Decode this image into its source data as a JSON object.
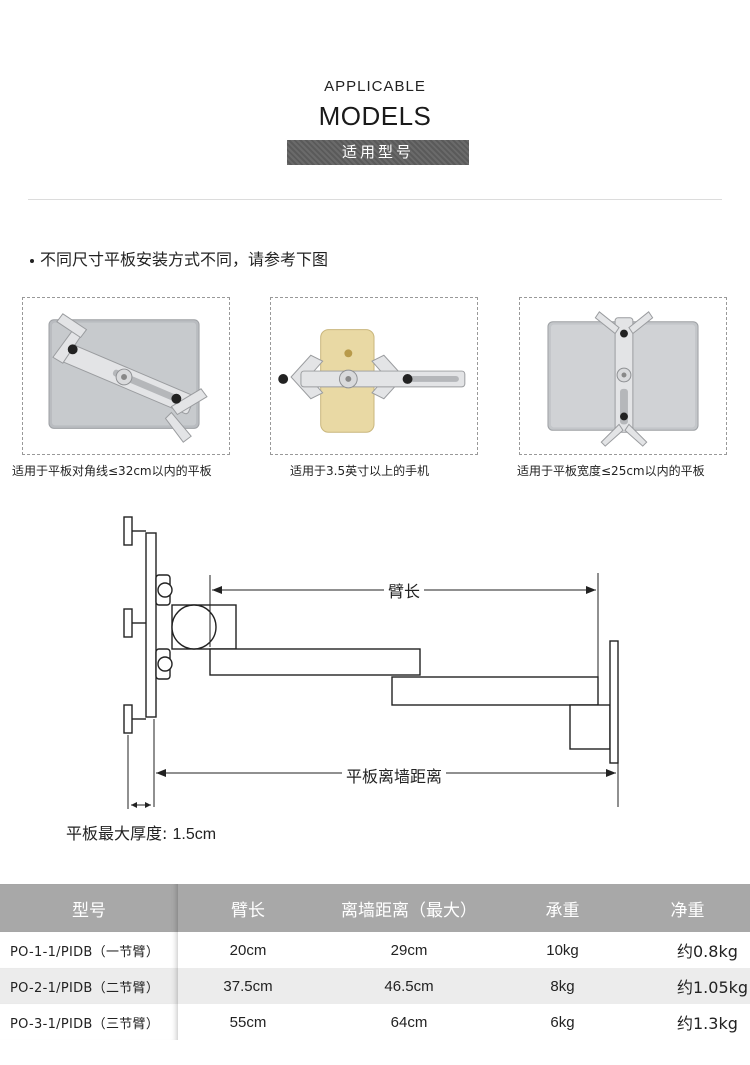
{
  "header": {
    "subtitle": "APPLICABLE",
    "title": "MODELS",
    "cn_title": "适用型号"
  },
  "note": "不同尺寸平板安装方式不同，请参考下图",
  "photos": [
    {
      "caption": "适用于平板对角线≤32cm以内的平板",
      "subject": "tablet-bracket-diagonal"
    },
    {
      "caption": "适用于3.5英寸以上的手机",
      "subject": "phone-bracket"
    },
    {
      "caption": "适用于平板宽度≤25cm以内的平板",
      "subject": "tablet-bracket-width"
    }
  ],
  "diagram": {
    "arm_length_label": "臂长",
    "wall_distance_label": "平板离墙距离",
    "thickness_label": "平板最大厚度:",
    "thickness_value": "1.5cm"
  },
  "table": {
    "headers": [
      "型号",
      "臂长",
      "离墙距离（最大）",
      "承重",
      "净重"
    ],
    "rows": [
      [
        "PO-1-1/PIDB（一节臂）",
        "20cm",
        "29cm",
        "10kg",
        "约0.8kg"
      ],
      [
        "PO-2-1/PIDB（二节臂）",
        "37.5cm",
        "46.5cm",
        "8kg",
        "约1.05kg"
      ],
      [
        "PO-3-1/PIDB（三节臂）",
        "55cm",
        "64cm",
        "6kg",
        "约1.3kg"
      ]
    ]
  },
  "colors": {
    "header_gray": "#a8a8a8",
    "row_alt": "#ececec",
    "cn_badge": "#5f5f5f"
  }
}
